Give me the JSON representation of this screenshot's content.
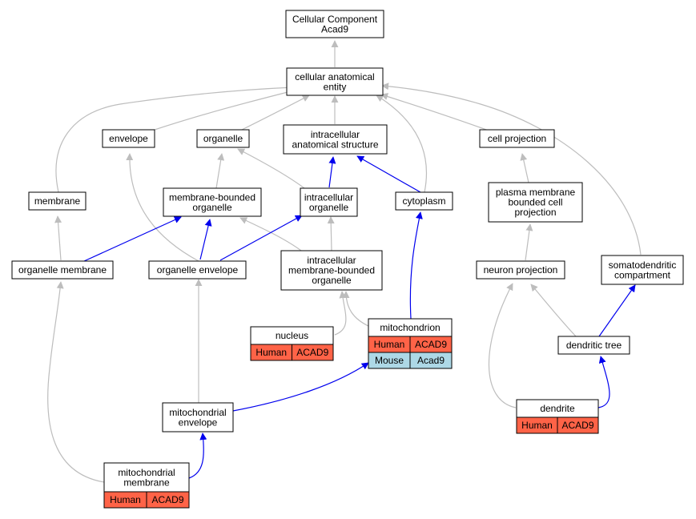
{
  "colors": {
    "gray_edge": "#bdbdbd",
    "blue_edge": "#0000ee",
    "human": "#ff6347",
    "mouse": "#add8e6"
  },
  "nodes": {
    "root": [
      "Cellular Component",
      "Acad9"
    ],
    "cae": [
      "cellular anatomical",
      "entity"
    ],
    "envelope": [
      "envelope"
    ],
    "organelle": [
      "organelle"
    ],
    "ias": [
      "intracellular",
      "anatomical structure"
    ],
    "cellproj": [
      "cell projection"
    ],
    "membrane": [
      "membrane"
    ],
    "mbo": [
      "membrane-bounded",
      "organelle"
    ],
    "io": [
      "intracellular",
      "organelle"
    ],
    "cytoplasm": [
      "cytoplasm"
    ],
    "pmbcp": [
      "plasma membrane",
      "bounded cell",
      "projection"
    ],
    "orgmem": [
      "organelle membrane"
    ],
    "orgenv": [
      "organelle envelope"
    ],
    "imbo": [
      "intracellular",
      "membrane-bounded",
      "organelle"
    ],
    "neuproj": [
      "neuron projection"
    ],
    "sdc": [
      "somatodendritic",
      "compartment"
    ],
    "nucleus": [
      "nucleus"
    ],
    "mito": [
      "mitochondrion"
    ],
    "dtree": [
      "dendritic tree"
    ],
    "dendrite": [
      "dendrite"
    ],
    "mitoenv": [
      "mitochondrial",
      "envelope"
    ],
    "mitomem": [
      "mitochondrial",
      "membrane"
    ]
  },
  "annotations": {
    "nucleus": [
      [
        "Human",
        "ACAD9"
      ]
    ],
    "mito": [
      [
        "Human",
        "ACAD9"
      ],
      [
        "Mouse",
        "Acad9"
      ]
    ],
    "dendrite": [
      [
        "Human",
        "ACAD9"
      ]
    ],
    "mitomem": [
      [
        "Human",
        "ACAD9"
      ]
    ]
  }
}
